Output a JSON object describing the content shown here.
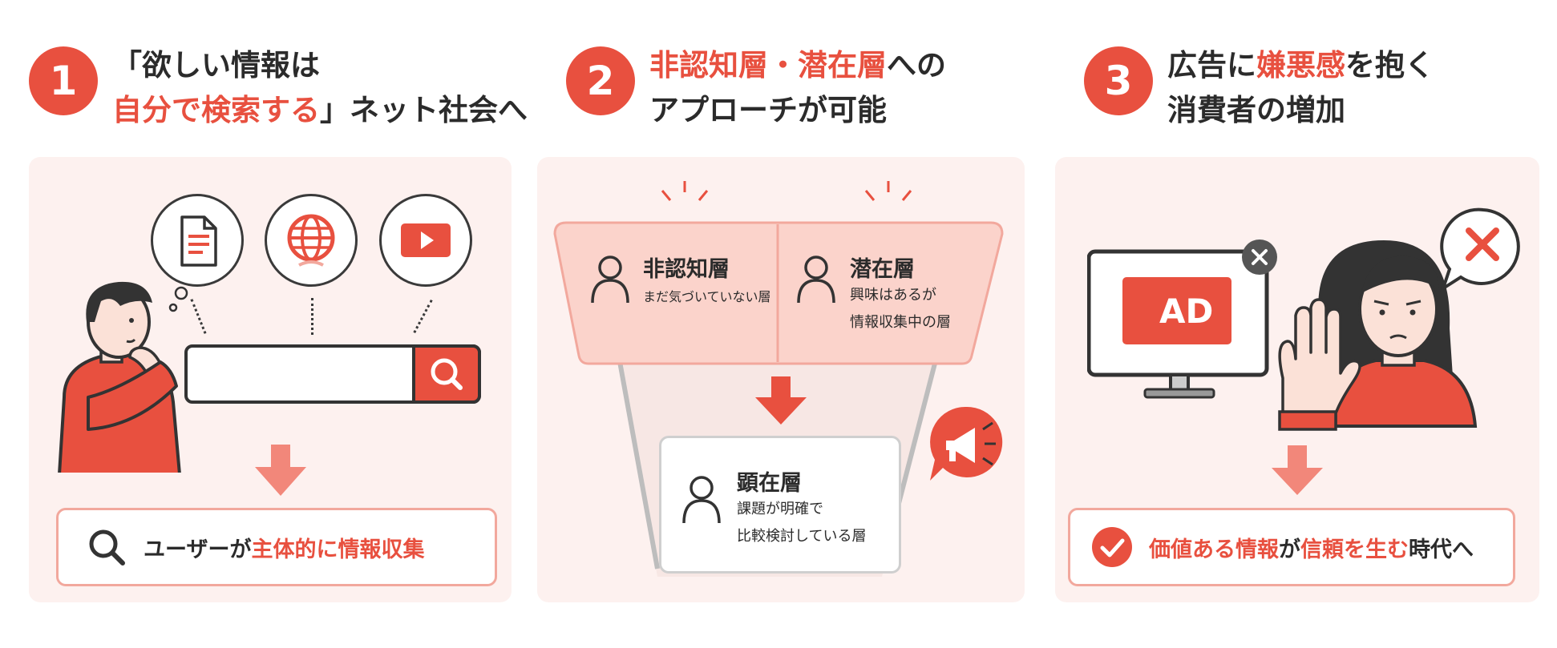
{
  "col1": {
    "number": "1",
    "title_line1": "「欲しい情報は",
    "title_line2_hl": "自分で検索する",
    "title_line2_rest": "」ネット社会へ",
    "icons": [
      "document-icon",
      "globe-icon",
      "video-play-icon"
    ],
    "result_plain": "ユーザーが",
    "result_hl": "主体的に情報収集"
  },
  "col2": {
    "number": "2",
    "title_line1_hl": "非認知層・潜在層",
    "title_line1_rest": "への",
    "title_line2": "アプローチが可能",
    "layer_unaware": {
      "name": "非認知層",
      "desc": "まだ気づいていない層"
    },
    "layer_latent": {
      "name": "潜在層",
      "desc_line1": "興味はあるが",
      "desc_line2": "情報収集中の層"
    },
    "layer_manifest": {
      "name": "顕在層",
      "desc_line1": "課題が明確で",
      "desc_line2": "比較検討している層"
    }
  },
  "col3": {
    "number": "3",
    "title_line1_pre": "広告に",
    "title_line1_hl": "嫌悪感",
    "title_line1_rest": "を抱く",
    "title_line2": "消費者の増加",
    "ad_label": "AD",
    "result_hl1": "価値ある情報",
    "result_mid": "が",
    "result_hl2": "信頼を生む",
    "result_rest": "時代へ"
  },
  "colors": {
    "accent": "#e8503f",
    "panel": "#fdf1ef",
    "border_soft": "#f2a89d",
    "ink": "#333333"
  }
}
